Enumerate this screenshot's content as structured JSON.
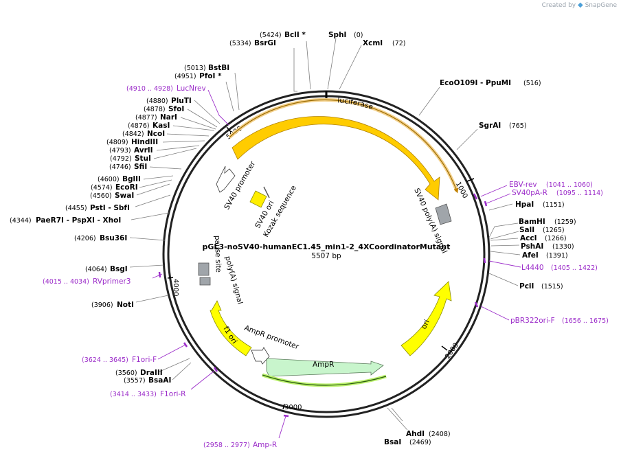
{
  "app": {
    "credit_prefix": "Created by",
    "credit_brand": "SnapGene"
  },
  "plasmid": {
    "name": "pGL3-noSV40-humanEC1.45_min1-2_4XCoordinatorMutant",
    "length": "5507 bp",
    "scale_marks": [
      "1000",
      "2000",
      "3000",
      "4000",
      "5000"
    ]
  },
  "colors": {
    "feature": "#ffd000",
    "feature_light": "#fff000",
    "ampr": "#c8f5cc",
    "primer": "#9b2cc9",
    "backbone": "#222222"
  },
  "features": {
    "luciferase": "luciferase",
    "sv40_polya": "SV40 poly(A) signal",
    "ori": "ori",
    "ampr": "AmpR",
    "ampr_promoter": "AmpR promoter",
    "f1_ori": "f1 ori",
    "polya_signal": "poly(A) signal",
    "pause_site": "pause site",
    "sv40_promoter": "SV40 promoter",
    "sv40_ori": "SV40 ori",
    "kozak": "Kozak sequence"
  },
  "sites": {
    "bcli": {
      "name": "BclI *",
      "pos": "(5424)"
    },
    "bsrgi": {
      "name": "BsrGI",
      "pos": "(5334)"
    },
    "sphi": {
      "name": "SphI",
      "pos": "(0)"
    },
    "xcmi": {
      "name": "XcmI",
      "pos": "(72)"
    },
    "ppumi": {
      "name": "EcoO109I   - PpuMI",
      "pos": "(516)"
    },
    "sgrai": {
      "name": "SgrAI",
      "pos": "(765)"
    },
    "hpai": {
      "name": "HpaI",
      "pos": "(1151)"
    },
    "bamhi": {
      "name": "BamHI",
      "pos": "(1259)"
    },
    "sali": {
      "name": "SalI",
      "pos": "(1265)"
    },
    "acci": {
      "name": "AccI",
      "pos": "(1266)"
    },
    "pshai": {
      "name": "PshAI",
      "pos": "(1330)"
    },
    "afei": {
      "name": "AfeI",
      "pos": "(1391)"
    },
    "pcii": {
      "name": "PciI",
      "pos": "(1515)"
    },
    "ahdi": {
      "name": "AhdI",
      "pos": "(2408)"
    },
    "bsai": {
      "name": "BsaI",
      "pos": "(2469)"
    },
    "bstbi": {
      "name": "BstBI",
      "pos": "(5013)"
    },
    "pfoi": {
      "name": "PfoI *",
      "pos": "(4951)"
    },
    "pluti": {
      "name": "PluTI",
      "pos": "(4880)"
    },
    "sfoi": {
      "name": "SfoI",
      "pos": "(4878)"
    },
    "nari": {
      "name": "NarI",
      "pos": "(4877)"
    },
    "kasi": {
      "name": "KasI",
      "pos": "(4876)"
    },
    "ncoi": {
      "name": "NcoI",
      "pos": "(4842)"
    },
    "hindiii": {
      "name": "HindIII",
      "pos": "(4809)"
    },
    "avrii": {
      "name": "AvrII",
      "pos": "(4793)"
    },
    "stui": {
      "name": "StuI",
      "pos": "(4792)"
    },
    "sfii": {
      "name": "SfiI",
      "pos": "(4746)"
    },
    "bglii": {
      "name": "BglII",
      "pos": "(4600)"
    },
    "ecori": {
      "name": "EcoRI",
      "pos": "(4574)"
    },
    "swai": {
      "name": "SwaI",
      "pos": "(4560)"
    },
    "sbfi": {
      "name": "PstI   - SbfI",
      "pos": "(4455)"
    },
    "xhoi": {
      "name": "PaeR7I   - PspXI   - XhoI",
      "pos": "(4344)"
    },
    "bsu36i": {
      "name": "Bsu36I",
      "pos": "(4206)"
    },
    "bsgi": {
      "name": "BsgI",
      "pos": "(4064)"
    },
    "noti": {
      "name": "NotI",
      "pos": "(3906)"
    },
    "draiii": {
      "name": "DraIII",
      "pos": "(3560)"
    },
    "bsaai": {
      "name": "BsaAI",
      "pos": "(3557)"
    }
  },
  "primers": {
    "lucnrev": {
      "name": "LucNrev",
      "range": "(4910 .. 4928)"
    },
    "ebvrev": {
      "name": "EBV-rev",
      "range": "(1041 .. 1060)"
    },
    "sv40par": {
      "name": "SV40pA-R",
      "range": "(1095 .. 1114)"
    },
    "l4440": {
      "name": "L4440",
      "range": "(1405 .. 1422)"
    },
    "pbr322": {
      "name": "pBR322ori-F",
      "range": "(1656 .. 1675)"
    },
    "rvprimer3": {
      "name": "RVprimer3",
      "range": "(4015 .. 4034)"
    },
    "f1orif": {
      "name": "F1ori-F",
      "range": "(3624 .. 3645)"
    },
    "f1orir": {
      "name": "F1ori-R",
      "range": "(3414 .. 3433)"
    },
    "ampr": {
      "name": "Amp-R",
      "range": "(2958 .. 2977)"
    }
  }
}
